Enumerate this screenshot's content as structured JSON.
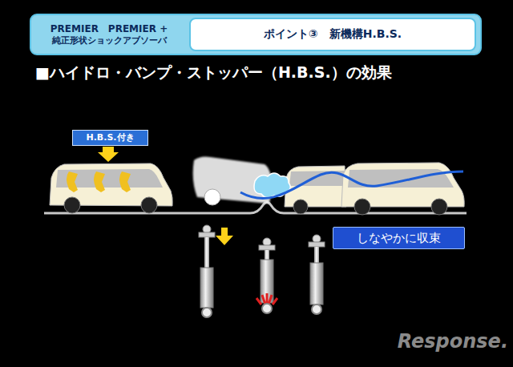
{
  "diagram": {
    "title": "■ハイドロ・バンプ・ストッパー（H.B.S.）の効果",
    "nodes": [
      {
        "text": [
          "PREMIER　PREMIER +",
          "純正形状ショックアブソーバ"
        ]
      },
      {
        "text": [
          "ポイント③　新機構H.B.S."
        ]
      },
      {
        "text": [
          "H.B.S.付き"
        ]
      },
      {
        "text": [
          "しなやかに収束"
        ]
      }
    ],
    "labels": [
      "Response."
    ]
  }
}
